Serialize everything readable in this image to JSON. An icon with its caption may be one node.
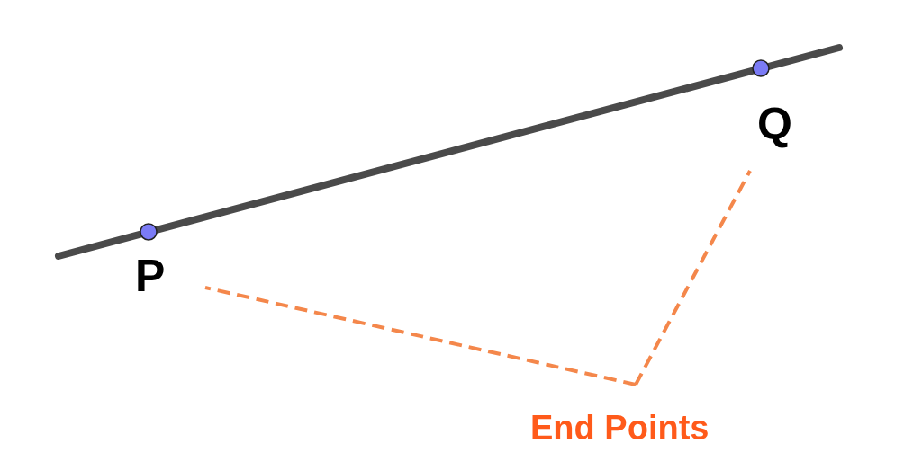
{
  "diagram": {
    "nodes": [
      {
        "text": [
          "P"
        ]
      },
      {
        "text": [
          "Q"
        ]
      },
      {
        "text": [
          "End Points"
        ]
      }
    ],
    "edges": [
      {
        "from": 2,
        "to": 0,
        "arrow": "none",
        "style": "dashed",
        "color": "#f4874b"
      },
      {
        "from": 2,
        "to": 1,
        "arrow": "none",
        "style": "dashed",
        "color": "#f4874b"
      }
    ]
  }
}
